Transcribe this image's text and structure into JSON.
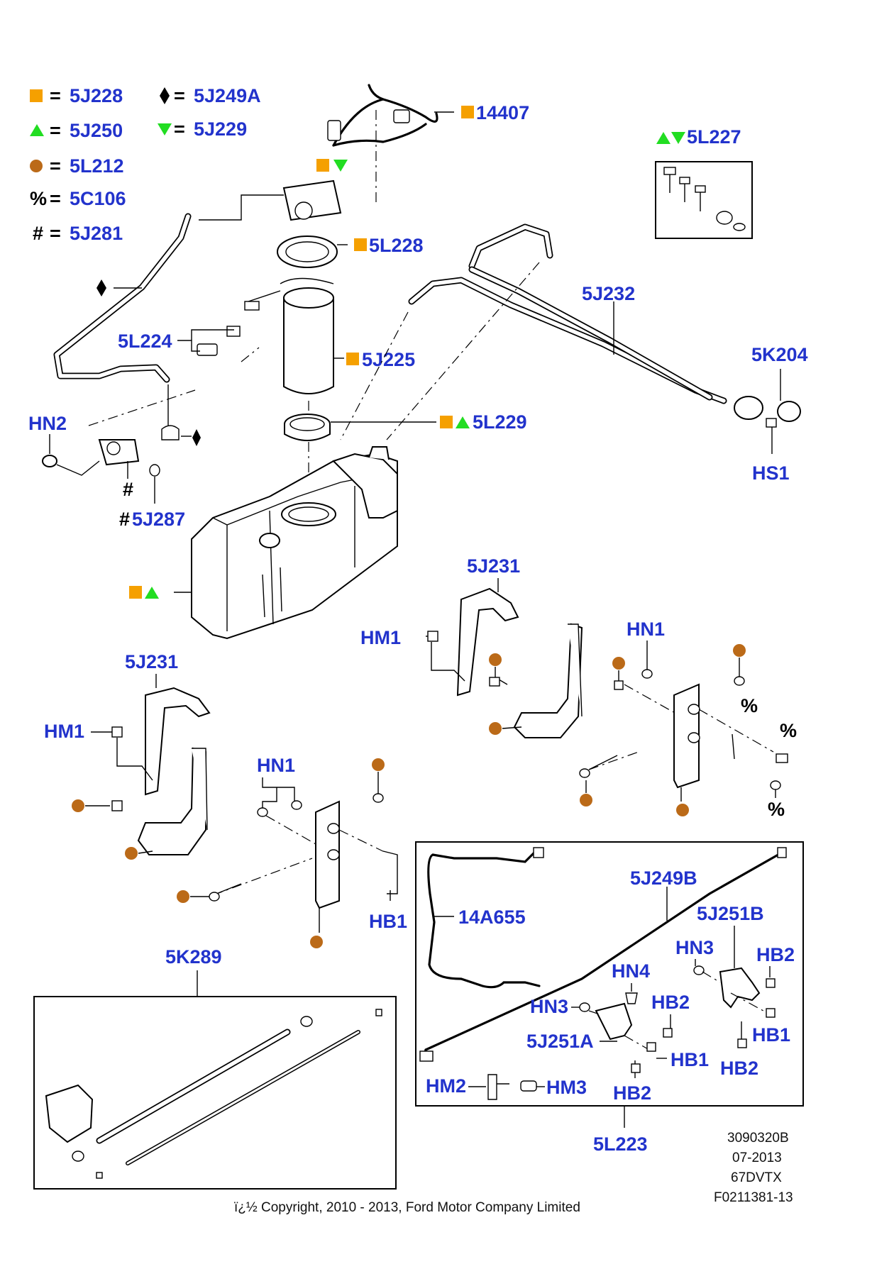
{
  "colors": {
    "label": "#2233cc",
    "orange_square": "#f5a000",
    "green_triangle": "#22dd22",
    "brown_circle": "#bb6a18",
    "black": "#000000"
  },
  "legend": [
    {
      "key": "sq",
      "symbol_icon": "orange-square-icon",
      "eq": "=",
      "code": "5J228"
    },
    {
      "key": "dia",
      "symbol_icon": "black-diamond-icon",
      "eq": "=",
      "code": "5J249A"
    },
    {
      "key": "tri",
      "symbol_icon": "green-triangle-up-icon",
      "eq": "=",
      "code": "5J250"
    },
    {
      "key": "tridown",
      "symbol_icon": "green-triangle-down-icon",
      "eq": "=",
      "code": "5J229"
    },
    {
      "key": "circ",
      "symbol_icon": "brown-circle-icon",
      "eq": "=",
      "code": "5L212"
    },
    {
      "key": "pct",
      "symbol": "%",
      "eq": "=",
      "code": "5C106"
    },
    {
      "key": "hash",
      "symbol": "#",
      "eq": "=",
      "code": "5J281"
    }
  ],
  "labels": {
    "l14407": "14407",
    "l5L227": "5L227",
    "l5L228": "5L228",
    "l5J232": "5J232",
    "l5L224": "5L224",
    "l5J225": "5J225",
    "l5K204": "5K204",
    "lHN2": "HN2",
    "l5L229": "5L229",
    "lHS1": "HS1",
    "l5J287": "5J287",
    "l5J231a": "5J231",
    "lHM1a": "HM1",
    "lHN1a": "HN1",
    "l5J231b": "5J231",
    "lHM1b": "HM1",
    "lHN1b": "HN1",
    "lHB1a": "HB1",
    "l5J249B": "5J249B",
    "l14A655": "14A655",
    "l5J251B": "5J251B",
    "lHN3a": "HN3",
    "lHB2a": "HB2",
    "lHN4": "HN4",
    "lHN3b": "HN3",
    "lHB2b": "HB2",
    "lHB1b": "HB1",
    "l5J251A": "5J251A",
    "lHB1c": "HB1",
    "lHB2c": "HB2",
    "lHM2": "HM2",
    "lHM3": "HM3",
    "lHB2d": "HB2",
    "l5L223": "5L223",
    "l5K289": "5K289"
  },
  "marks": {
    "pct": "%",
    "hash": "#"
  },
  "info": {
    "line1": "3090320B",
    "line2": "07-2013",
    "line3": "67DVTX",
    "line4": "F0211381-13"
  },
  "copyright": "ï¿½ Copyright, 2010 - 2013, Ford Motor Company Limited"
}
